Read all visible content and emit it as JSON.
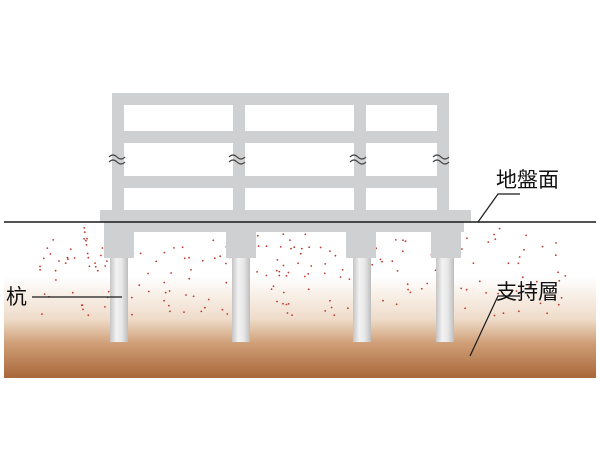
{
  "labels": {
    "ground_surface": "地盤面",
    "bearing_layer": "支持層",
    "pile": "杭"
  },
  "icons": {
    "break_mark": "wavy-break-symbol"
  },
  "colors": {
    "frame": "#cfd0d2",
    "pile": "#cbcbcb",
    "ground_line": "#1a1a1a",
    "soil_dots": "#c0392b",
    "bearing_layer": "#b0703f",
    "leader_line": "#1a1a1a"
  }
}
